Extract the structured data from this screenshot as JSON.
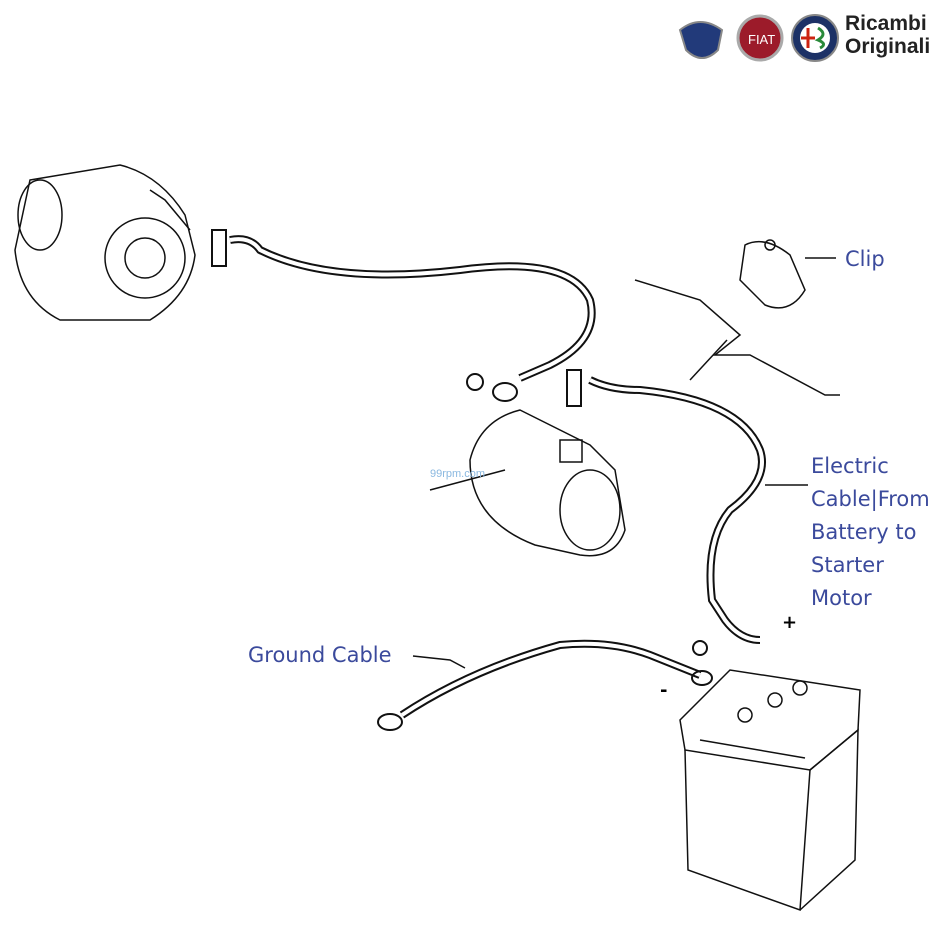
{
  "logo": {
    "brands": [
      "LANCIA",
      "FIAT",
      "ALFA ROMEO"
    ],
    "text_line1": "Ricambi",
    "text_line2": "Originali"
  },
  "watermark": "99rpm.com",
  "labels": {
    "clip": "Clip",
    "electric_cable": [
      "Electric",
      "Cable|From",
      "Battery to",
      "Starter",
      "Motor"
    ],
    "ground_cable": "Ground Cable"
  },
  "terminal_marks": {
    "positive": "+",
    "negative": "-"
  },
  "colors": {
    "label": "#3b4a9c",
    "line": "#111111"
  }
}
